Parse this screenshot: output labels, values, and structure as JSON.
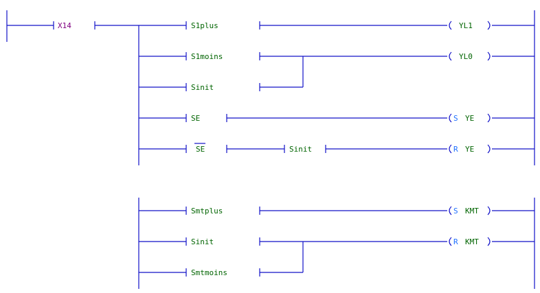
{
  "colors": {
    "wire": "#1010c8",
    "input_label": "#800080",
    "coil_label": "#006400",
    "set_reset_flag": "#1e6fff",
    "background": "#ffffff"
  },
  "rungs": [
    {
      "step": "X14",
      "lines": [
        {
          "contact": "S1plus",
          "coil": "YL1"
        },
        {
          "contact": "S1moins",
          "coil": "YL0"
        },
        {
          "contact": "Sinit"
        },
        {
          "contact": "SE",
          "coil": "YE",
          "coil_flag": "S"
        },
        {
          "contact": "SE",
          "negated": true,
          "series_contact": "Sinit",
          "coil": "YE",
          "coil_flag": "R"
        }
      ]
    },
    {
      "lines": [
        {
          "contact": "Smtplus",
          "coil": "KMT",
          "coil_flag": "S"
        },
        {
          "contact": "Sinit",
          "coil": "KMT",
          "coil_flag": "R"
        },
        {
          "contact": "Smtmoins"
        }
      ]
    }
  ]
}
